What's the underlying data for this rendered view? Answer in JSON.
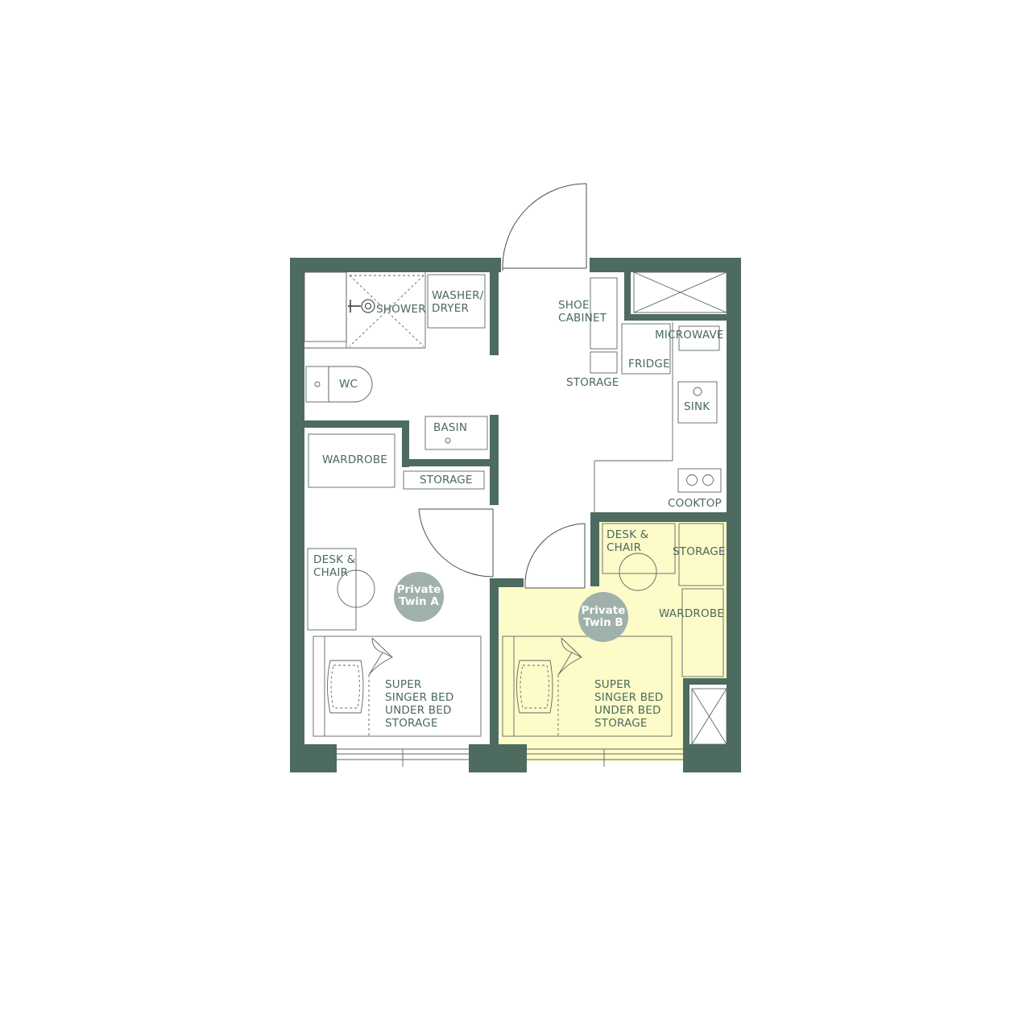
{
  "colors": {
    "wall": "#4d6b5f",
    "highlight": "#fdfbc8",
    "badge": "#9fb1aa",
    "label": "#4a6a5e"
  },
  "labels": {
    "shower": "SHOWER",
    "washer_1": "WASHER/",
    "washer_2": "DRYER",
    "shoe_1": "SHOE",
    "shoe_2": "CABINET",
    "microwave": "MICROWAVE",
    "fridge": "FRIDGE",
    "storage_hall": "STORAGE",
    "wc": "WC",
    "sink": "SINK",
    "basin": "BASIN",
    "wardrobe_a": "WARDROBE",
    "storage_a": "STORAGE",
    "cooktop": "COOKTOP",
    "desk_a_1": "DESK &",
    "desk_a_2": "CHAIR",
    "desk_b_1": "DESK &",
    "desk_b_2": "CHAIR",
    "storage_b": "STORAGE",
    "wardrobe_b": "WARDROBE",
    "bed_a": [
      "SUPER",
      "SINGER BED",
      "UNDER BED",
      "STORAGE"
    ],
    "bed_b": [
      "SUPER",
      "SINGER BED",
      "UNDER BED",
      "STORAGE"
    ]
  },
  "rooms": {
    "twin_a": [
      "Private",
      "Twin A"
    ],
    "twin_b": [
      "Private",
      "Twin B"
    ]
  },
  "icons": [
    "toilet-icon",
    "shower-head-icon",
    "sink-icon",
    "cooktop-burner-icon",
    "door-swing-icon",
    "window-icon"
  ]
}
